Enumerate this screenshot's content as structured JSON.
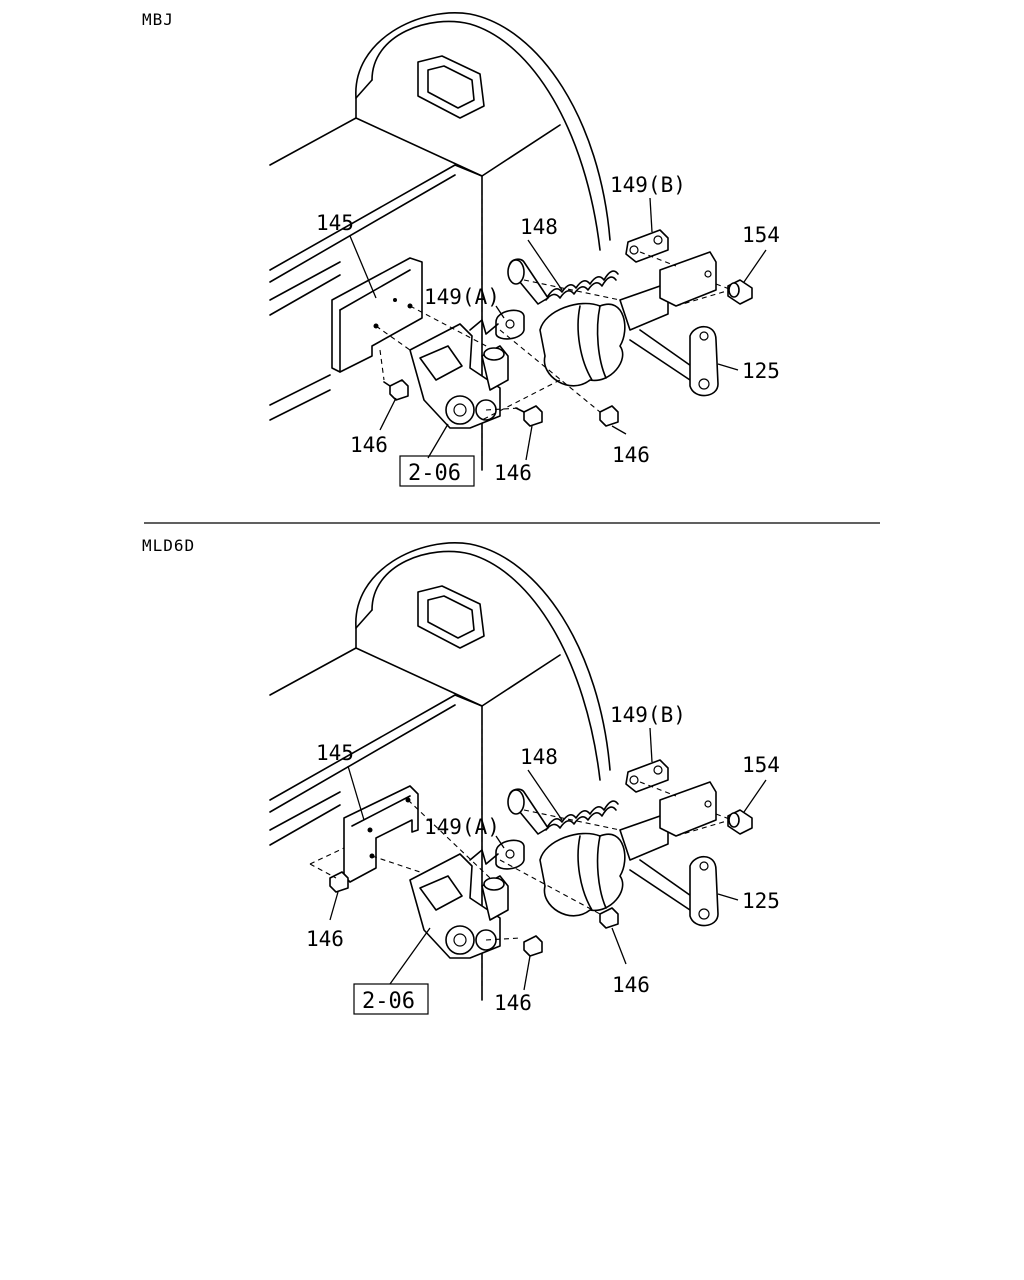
{
  "panels": [
    {
      "model_code": "MBJ",
      "labels": {
        "p145": "145",
        "p148": "148",
        "p149b": "149(B)",
        "p154": "154",
        "p149a": "149(A)",
        "p125": "125",
        "p146_left": "146",
        "p146_mid": "146",
        "p146_right": "146",
        "ref_box": "2-06"
      }
    },
    {
      "model_code": "MLD6D",
      "labels": {
        "p145": "145",
        "p148": "148",
        "p149b": "149(B)",
        "p154": "154",
        "p149a": "149(A)",
        "p125": "125",
        "p146_left": "146",
        "p146_mid": "146",
        "p146_right": "146",
        "ref_box": "2-06"
      }
    }
  ]
}
